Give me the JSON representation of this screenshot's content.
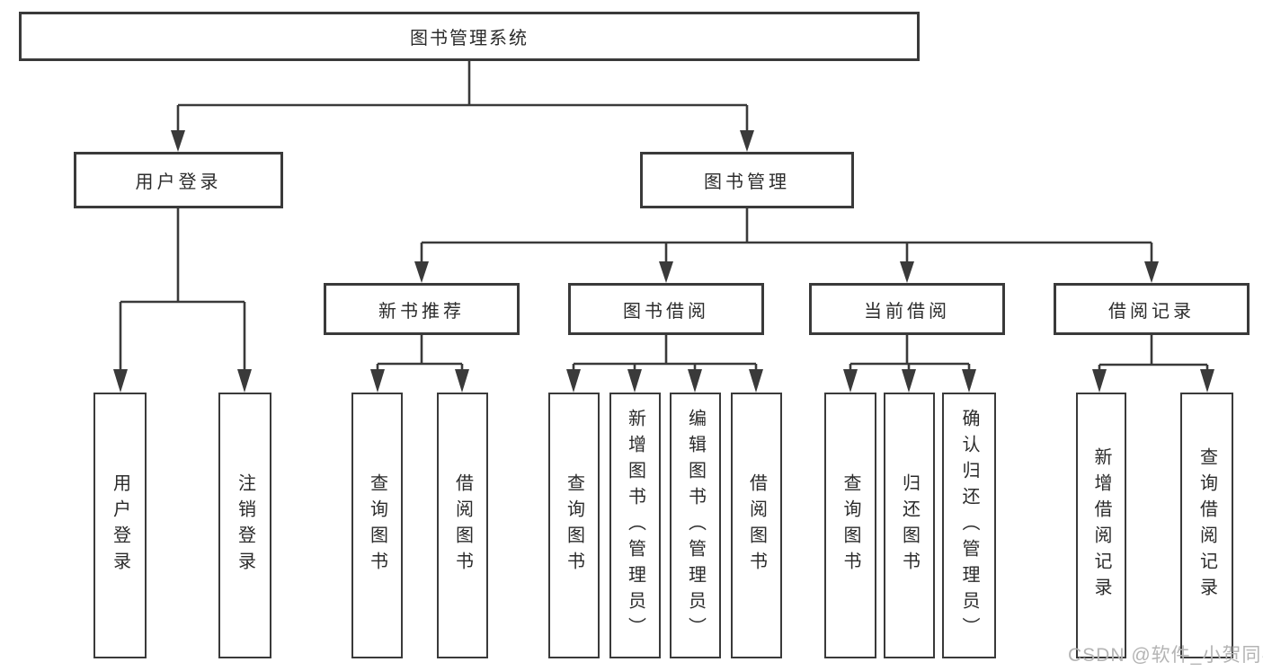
{
  "colors": {
    "line": "#3a3a3a",
    "text": "#2b2b2b",
    "watermark": "#b4b4b4",
    "background": "#ffffff"
  },
  "watermark": "CSDN @软件_小贺同学",
  "tree": {
    "label": "图书管理系统",
    "children": [
      {
        "label": "用户登录",
        "children": [
          {
            "label": "用户登录"
          },
          {
            "label": "注销登录"
          }
        ]
      },
      {
        "label": "图书管理",
        "children": [
          {
            "label": "新书推荐",
            "children": [
              {
                "label": "查询图书"
              },
              {
                "label": "借阅图书"
              }
            ]
          },
          {
            "label": "图书借阅",
            "children": [
              {
                "label": "查询图书"
              },
              {
                "label": "新增图书（管理员）"
              },
              {
                "label": "编辑图书（管理员）"
              },
              {
                "label": "借阅图书"
              }
            ]
          },
          {
            "label": "当前借阅",
            "children": [
              {
                "label": "查询图书"
              },
              {
                "label": "归还图书"
              },
              {
                "label": "确认归还（管理员）"
              }
            ]
          },
          {
            "label": "借阅记录",
            "children": [
              {
                "label": "新增借阅记录"
              },
              {
                "label": "查询借阅记录"
              }
            ]
          }
        ]
      }
    ]
  }
}
